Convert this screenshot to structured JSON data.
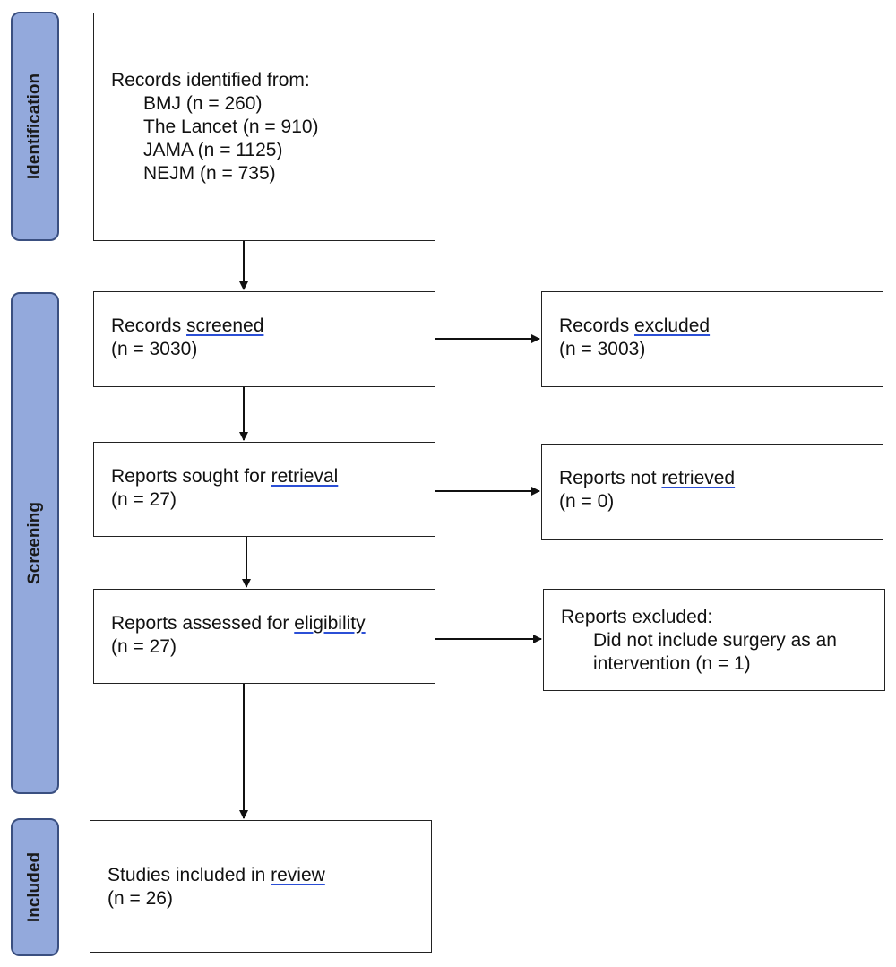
{
  "phases": {
    "identification": "Identification",
    "screening": "Screening",
    "included": "Included"
  },
  "identified": {
    "title": "Records identified from:",
    "sources": [
      "BMJ (n = 260)",
      "The Lancet (n = 910)",
      "JAMA (n = 1125)",
      "NEJM (n = 735)"
    ]
  },
  "screened": {
    "prefix": "Records ",
    "link": "screened",
    "count": "(n = 3030)"
  },
  "excluded": {
    "prefix": "Records ",
    "link": "excluded",
    "count": "(n = 3003)"
  },
  "sought": {
    "prefix": "Reports sought for ",
    "link": "retrieval",
    "count": "(n = 27)"
  },
  "not_retrieved": {
    "prefix": "Reports not ",
    "link": "retrieved",
    "count": "(n = 0)"
  },
  "assessed": {
    "prefix": "Reports assessed for ",
    "link": "eligibility",
    "count": "(n = 27)"
  },
  "reports_excluded": {
    "title": "Reports excluded:",
    "reasons": [
      "Did not include surgery as an",
      "intervention (n = 1)"
    ]
  },
  "included": {
    "prefix": "Studies included in ",
    "link": "review",
    "count": "(n = 26)"
  },
  "colors": {
    "phase_fill": "#93a9dc",
    "phase_border": "#3a4f80",
    "underline": "#2b4fd6"
  }
}
